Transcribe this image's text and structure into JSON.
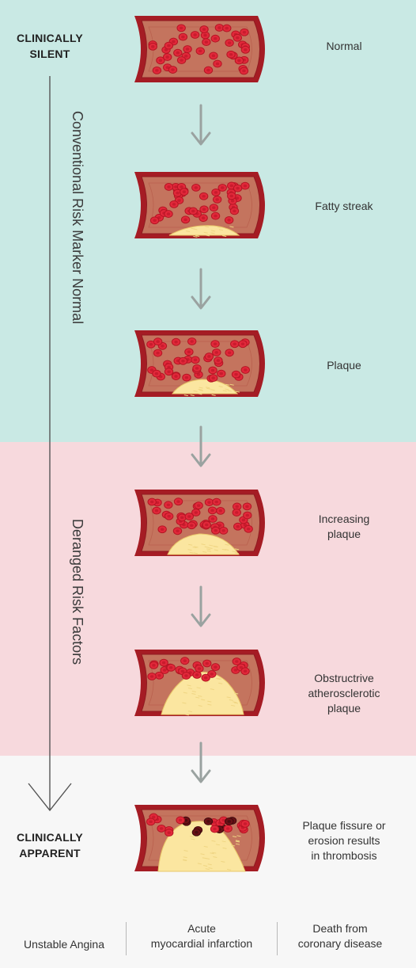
{
  "top_label": "CLINICALLY\nSILENT",
  "bottom_label": "CLINICALLY\nAPPARENT",
  "phase_labels": {
    "normal_markers": "Conventional Risk Marker Normal",
    "deranged": "Deranged Risk Factors"
  },
  "stages": [
    {
      "label": "Normal"
    },
    {
      "label": "Fatty streak"
    },
    {
      "label": "Plaque"
    },
    {
      "label": "Increasing\nplaque"
    },
    {
      "label": "Obstructrive\natherosclerotic\nplaque"
    },
    {
      "label": "Plaque fissure or\nerosion results\nin thrombosis"
    }
  ],
  "outcomes": [
    {
      "label": "Unstable Angina"
    },
    {
      "label": "Acute\nmyocardial infarction"
    },
    {
      "label": "Death from\ncoronary disease"
    }
  ],
  "colors": {
    "teal_band": "#c9e9e4",
    "pink_band": "#f7d9dd",
    "vessel_wall": "#a51c24",
    "vessel_lumen": "#c4745e",
    "blood_cell": "#e2283a",
    "plaque": "#fbe6a0",
    "thrombus": "#6b1016"
  },
  "icons": [
    "vessel-cross-section",
    "down-arrow",
    "timeline-arrow"
  ]
}
